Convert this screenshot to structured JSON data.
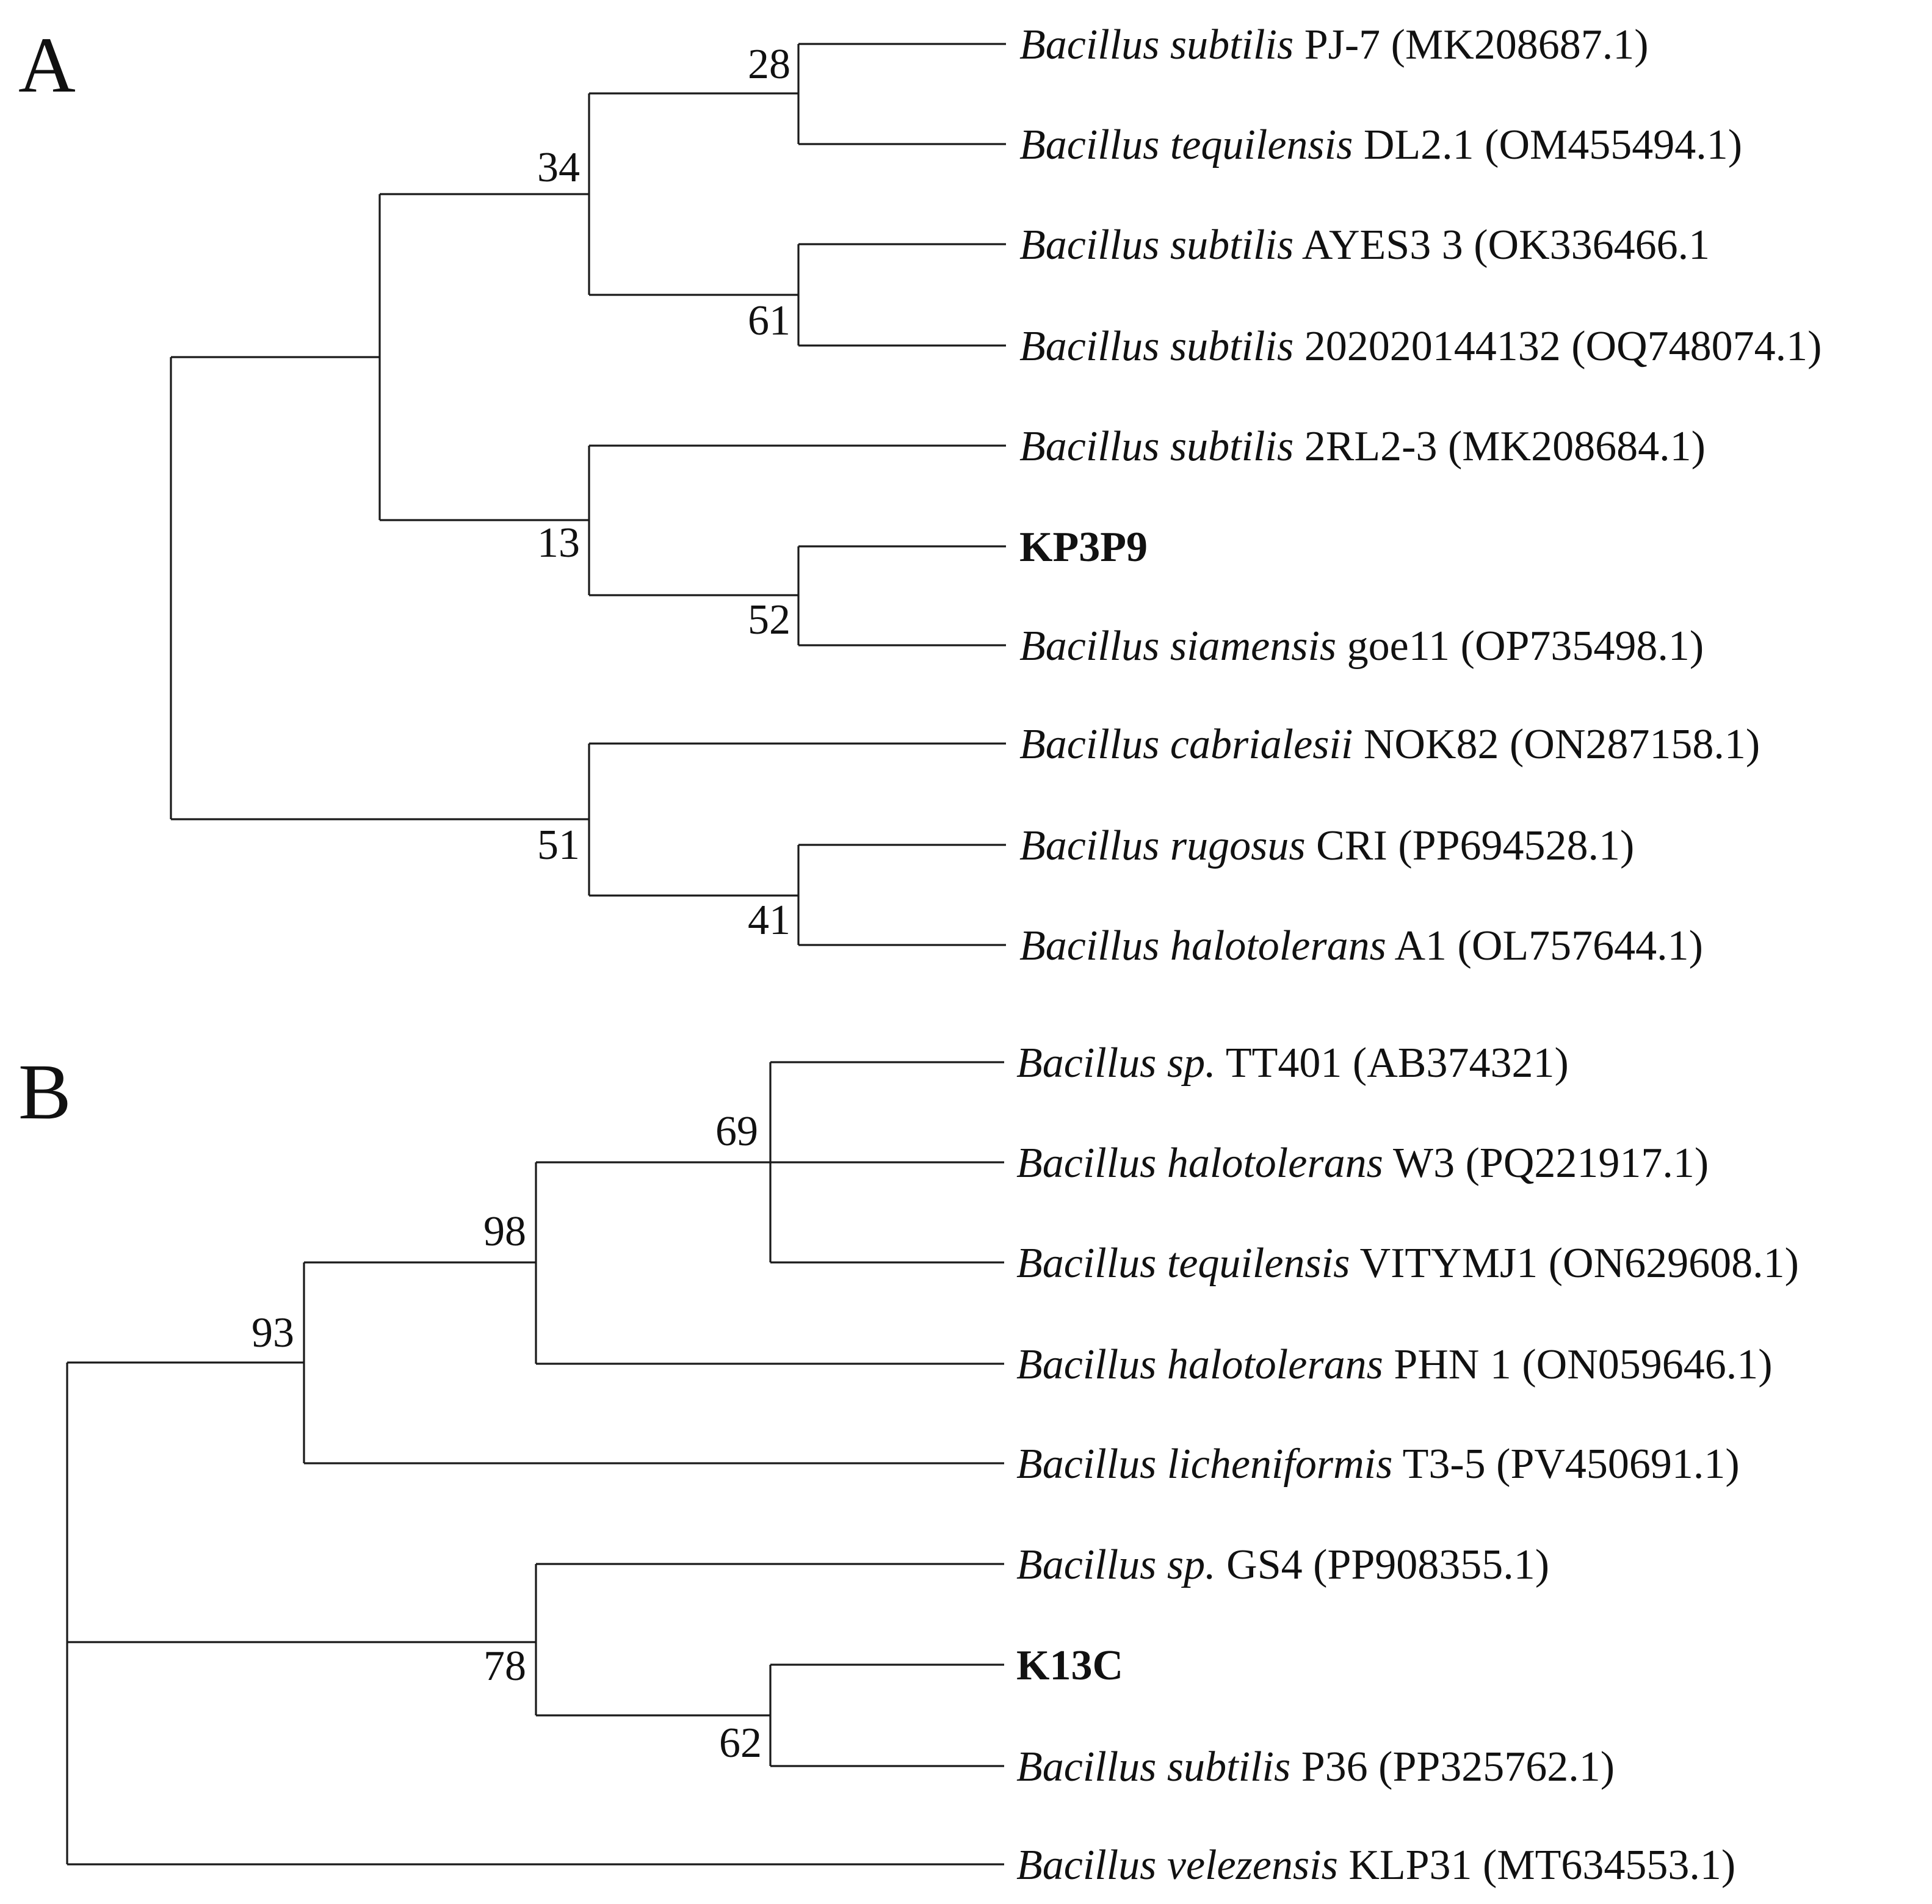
{
  "panels": [
    {
      "label": "A",
      "leaves": [
        {
          "genus": "Bacillus subtilis",
          "rest": " PJ-7 (MK208687.1)"
        },
        {
          "genus": "Bacillus tequilensis",
          "rest": " DL2.1 (OM455494.1)"
        },
        {
          "genus": "Bacillus subtilis",
          "rest": " AYES3 3 (OK336466.1"
        },
        {
          "genus": "Bacillus subtilis",
          "rest": " 202020144132 (OQ748074.1)"
        },
        {
          "genus": "Bacillus subtilis",
          "rest": " 2RL2-3 (MK208684.1)"
        },
        {
          "genus": "",
          "rest": "KP3P9",
          "bold": true
        },
        {
          "genus": "Bacillus siamensis",
          "rest": " goe11 (OP735498.1)"
        },
        {
          "genus": "Bacillus cabrialesii",
          "rest": " NOK82 (ON287158.1)"
        },
        {
          "genus": "Bacillus rugosus",
          "rest": " CRI (PP694528.1)"
        },
        {
          "genus": "Bacillus halotolerans",
          "rest": " A1 (OL757644.1)"
        }
      ],
      "support_values": [
        "28",
        "34",
        "61",
        "13",
        "52",
        "51",
        "41"
      ]
    },
    {
      "label": "B",
      "leaves": [
        {
          "genus": "Bacillus sp.",
          "rest": " TT401 (AB374321)"
        },
        {
          "genus": "Bacillus halotolerans",
          "rest": " W3 (PQ221917.1)"
        },
        {
          "genus": "Bacillus tequilensis",
          "rest": " VITYMJ1 (ON629608.1)"
        },
        {
          "genus": "Bacillus halotolerans",
          "rest": " PHN 1 (ON059646.1)"
        },
        {
          "genus": "Bacillus licheniformis",
          "rest": " T3-5 (PV450691.1)"
        },
        {
          "genus": "Bacillus sp.",
          "rest": " GS4 (PP908355.1)"
        },
        {
          "genus": "",
          "rest": "K13C",
          "bold": true
        },
        {
          "genus": "Bacillus subtilis",
          "rest": " P36 (PP325762.1)"
        },
        {
          "genus": "Bacillus velezensis",
          "rest": " KLP31 (MT634553.1)"
        }
      ],
      "support_values": [
        "69",
        "98",
        "93",
        "78",
        "62"
      ]
    }
  ]
}
